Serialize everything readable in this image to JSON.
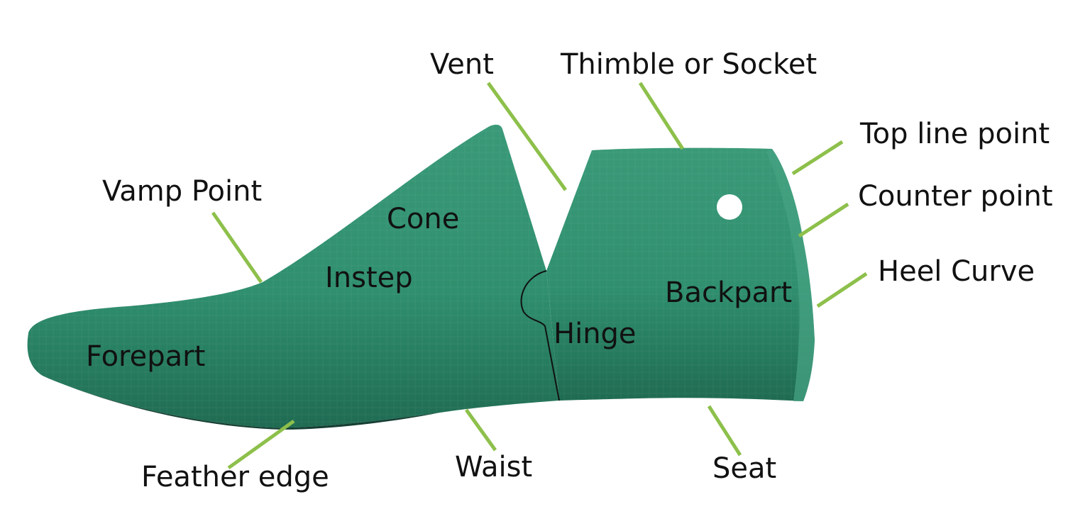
{
  "labels": {
    "vent": "Vent",
    "thimble": "Thimble or Socket",
    "top_line_point": "Top line point",
    "counter_point": "Counter point",
    "heel_curve": "Heel Curve",
    "vamp_point": "Vamp Point",
    "cone": "Cone",
    "instep": "Instep",
    "backpart": "Backpart",
    "hinge": "Hinge",
    "forepart": "Forepart",
    "feather_edge": "Feather edge",
    "waist": "Waist",
    "seat": "Seat"
  },
  "colors": {
    "last_body": "#2f8f6e",
    "last_shadow": "#1f6b52",
    "last_highlight": "#4aa585",
    "leader_line": "#8dc04b",
    "hinge_line": "#111111",
    "text": "#111111",
    "hole": "#ffffff"
  }
}
